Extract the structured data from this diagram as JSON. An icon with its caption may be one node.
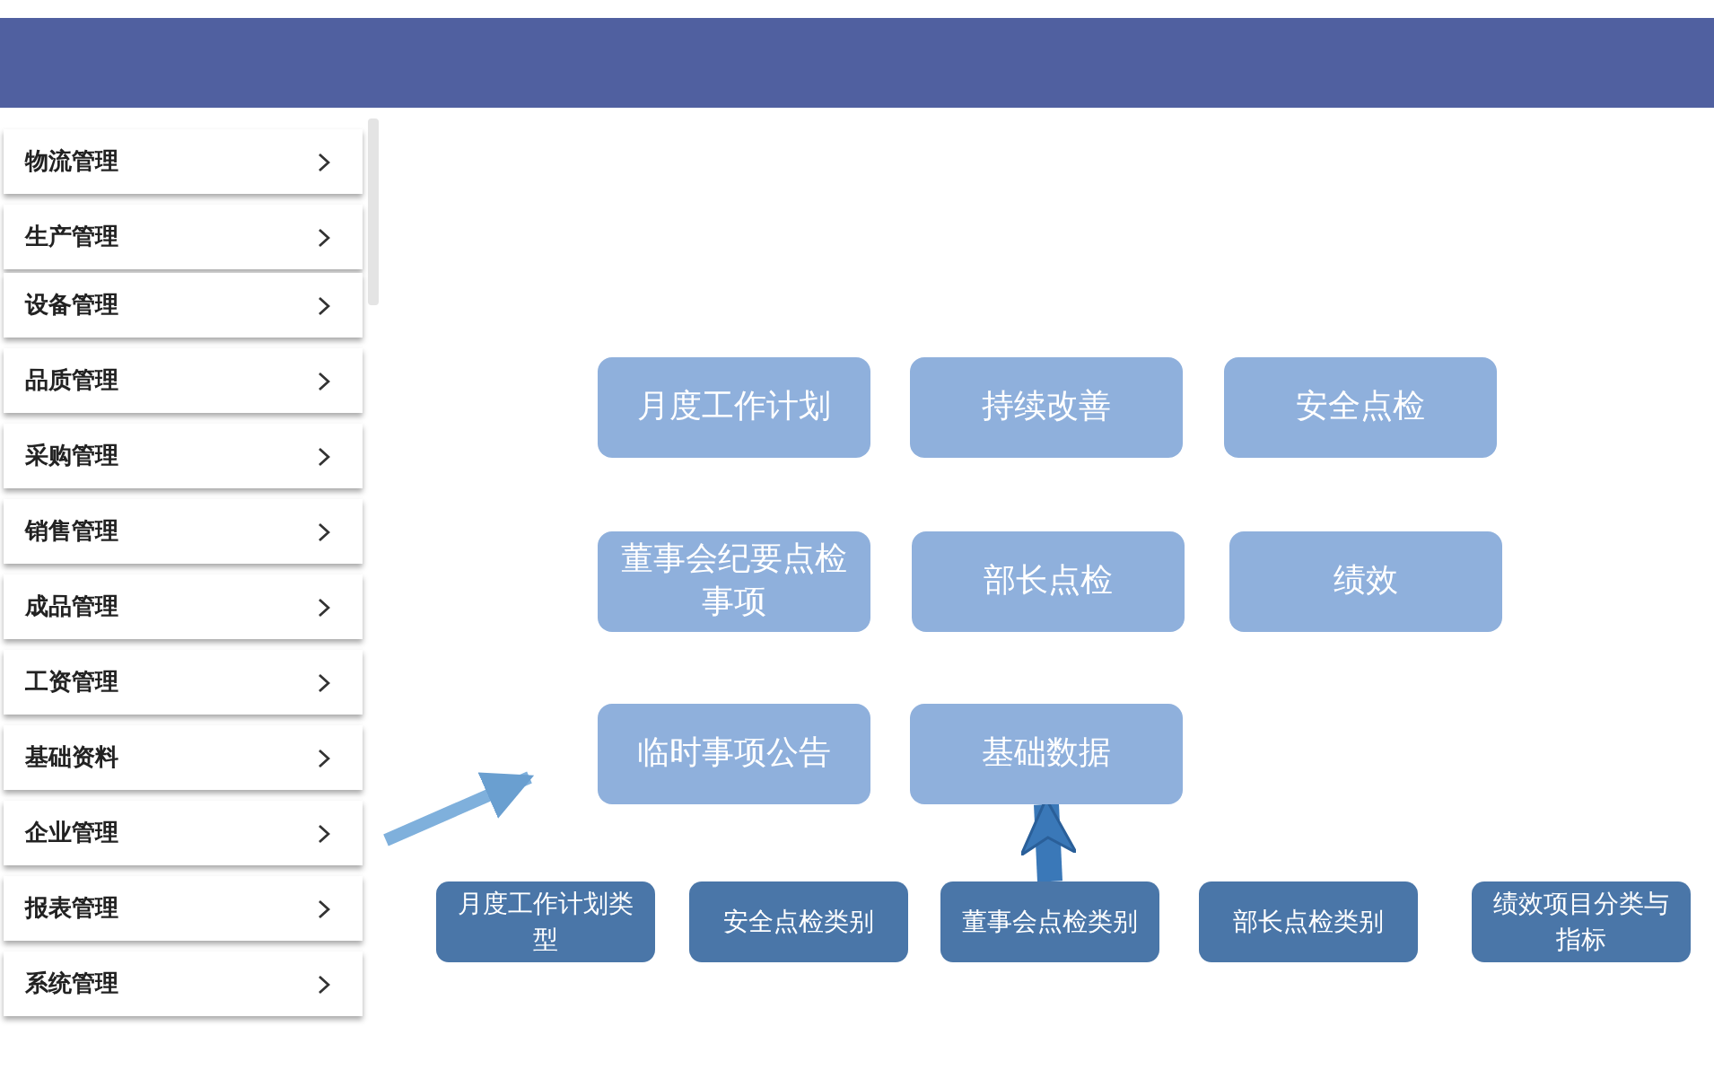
{
  "diagram": {
    "nodes": [
      {
        "text": [
          "物流管理"
        ]
      },
      {
        "text": [
          "生产管理"
        ]
      },
      {
        "text": [
          "设备管理"
        ]
      },
      {
        "text": [
          "品质管理"
        ]
      },
      {
        "text": [
          "采购管理"
        ]
      },
      {
        "text": [
          "销售管理"
        ]
      },
      {
        "text": [
          "成品管理"
        ]
      },
      {
        "text": [
          "工资管理"
        ]
      },
      {
        "text": [
          "基础资料"
        ]
      },
      {
        "text": [
          "企业管理"
        ]
      },
      {
        "text": [
          "报表管理"
        ]
      },
      {
        "text": [
          "系统管理"
        ]
      },
      {
        "text": [
          "月度工作计划"
        ]
      },
      {
        "text": [
          "持续改善"
        ]
      },
      {
        "text": [
          "安全点检"
        ]
      },
      {
        "text": [
          "董事会纪要点检事项"
        ]
      },
      {
        "text": [
          "部长点检"
        ]
      },
      {
        "text": [
          "绩效"
        ]
      },
      {
        "text": [
          "临时事项公告"
        ]
      },
      {
        "text": [
          "基础数据"
        ]
      },
      {
        "text": [
          "月度工作计划类型"
        ]
      },
      {
        "text": [
          "安全点检类别"
        ]
      },
      {
        "text": [
          "董事会点检类别"
        ]
      },
      {
        "text": [
          "部长点检类别"
        ]
      },
      {
        "text": [
          "绩效项目分类与指标"
        ]
      }
    ],
    "edges": [
      {
        "from": null,
        "to": 18,
        "arrow": "to"
      },
      {
        "from": 22,
        "to": 19,
        "arrow": "to",
        "style": "thick"
      }
    ]
  }
}
